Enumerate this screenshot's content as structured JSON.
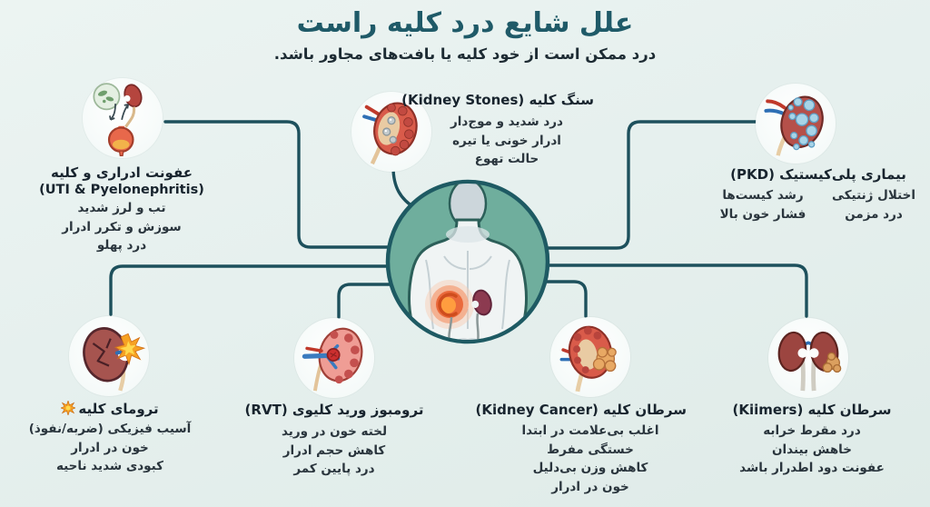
{
  "title": "علل شایع درد کلیه راست",
  "subtitle": "درد ممکن است از خود کلیه یا بافت‌های مجاور باشد.",
  "colors": {
    "background": "#e8f1ef",
    "title_teal": "#1f5a68",
    "text_dark": "#1d2b33",
    "connector": "#1d505c",
    "center_circle_fill": "#6fae9d",
    "center_circle_border": "#1e5a63",
    "pain_glow_orange": "#ea6a3c",
    "kidney_red": "#a6544f",
    "icon_circle_bg": "#f9fcfb"
  },
  "center_figure": {
    "description": "back view of human torso with inflamed right kidney glowing orange",
    "icon": "torso-back-pain-icon"
  },
  "causes": [
    {
      "id": "uti",
      "icon": "kidney-bladder-infection-icon",
      "title": "عفونت ادراری و کلیه",
      "title_en": "(UTI & Pyelonephritis)",
      "symptoms": [
        "تب و لرز شدید",
        "سوزش و تکرر ادرار",
        "درد پهلو"
      ]
    },
    {
      "id": "stones",
      "icon": "kidney-stones-icon",
      "title": "سنگ کلیه (Kidney Stones)",
      "symptoms": [
        "درد شدید و موج‌دار",
        "ادرار خونی یا تیره",
        "حالت تهوع"
      ]
    },
    {
      "id": "pkd",
      "icon": "polycystic-kidney-icon",
      "title": "بیماری پلی‌کیستیک (PKD)",
      "col_right": [
        "اختلال ژنتیکی",
        "درد مزمن"
      ],
      "col_left": [
        "رشد کیست‌ها",
        "فشار خون بالا"
      ]
    },
    {
      "id": "trauma",
      "icon": "kidney-trauma-icon",
      "burst_icon": "explosion-burst-icon",
      "title": "ترومای کلیه",
      "symptoms": [
        "آسیب فیزیکی (ضربه/نفوذ)",
        "خون در ادرار",
        "کبودی شدید ناحیه"
      ]
    },
    {
      "id": "rvt",
      "icon": "renal-vein-thrombosis-icon",
      "title": "ترومبوز ورید کلیوی (RVT)",
      "symptoms": [
        "لخته خون در ورید",
        "کاهش حجم ادرار",
        "درد پایین کمر"
      ]
    },
    {
      "id": "cancer",
      "icon": "kidney-cancer-icon",
      "title": "سرطان کلیه (Kidney Cancer)",
      "symptoms": [
        "اغلب بی‌علامت در ابتدا",
        "خستگی مفرط",
        "کاهش وزن بی‌دلیل",
        "خون در ادرار"
      ]
    },
    {
      "id": "cancer2",
      "icon": "kidneys-pair-tumor-icon",
      "title": "سرطان کلیه (Kiimers)",
      "symptoms": [
        "درد مقرط خرابه",
        "خاهش بیندان",
        "عفونت دود اطدرار باشد"
      ]
    }
  ]
}
